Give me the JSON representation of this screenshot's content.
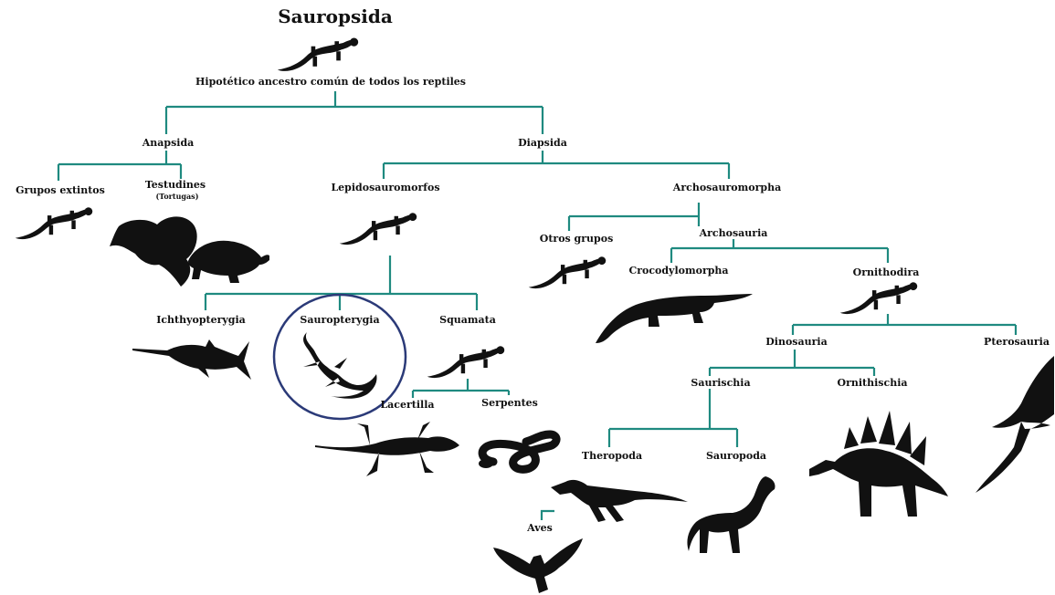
{
  "diagram": {
    "title": "Sauropsida",
    "root_label": "Hipotético ancestro común de todos los reptiles",
    "nodes": {
      "anapsida": "Anapsida",
      "diapsida": "Diapsida",
      "grupos_extintos": "Grupos extintos",
      "testudines": "Testudines",
      "testudines_note": "(Tortugas)",
      "lepidosauromorfos": "Lepidosauromorfos",
      "archosauromorpha": "Archosauromorpha",
      "otros_grupos": "Otros grupos",
      "archosauria": "Archosauria",
      "crocodylomorpha": "Crocodylomorpha",
      "ornithodira": "Ornithodira",
      "ichthyopterygia": "Ichthyopterygia",
      "sauropterygia": "Sauropterygia",
      "squamata": "Squamata",
      "lacertilla": "Lacertilla",
      "serpentes": "Serpentes",
      "dinosauria": "Dinosauria",
      "pterosauria": "Pterosauria",
      "saurischia": "Saurischia",
      "ornithischia": "Ornithischia",
      "theropoda": "Theropoda",
      "sauropoda": "Sauropoda",
      "aves": "Aves"
    },
    "colors": {
      "branch": "#1f8a80",
      "silhouette": "#111111",
      "highlight_ring": "#2b3a78"
    },
    "highlighted_node": "sauropterygia"
  }
}
